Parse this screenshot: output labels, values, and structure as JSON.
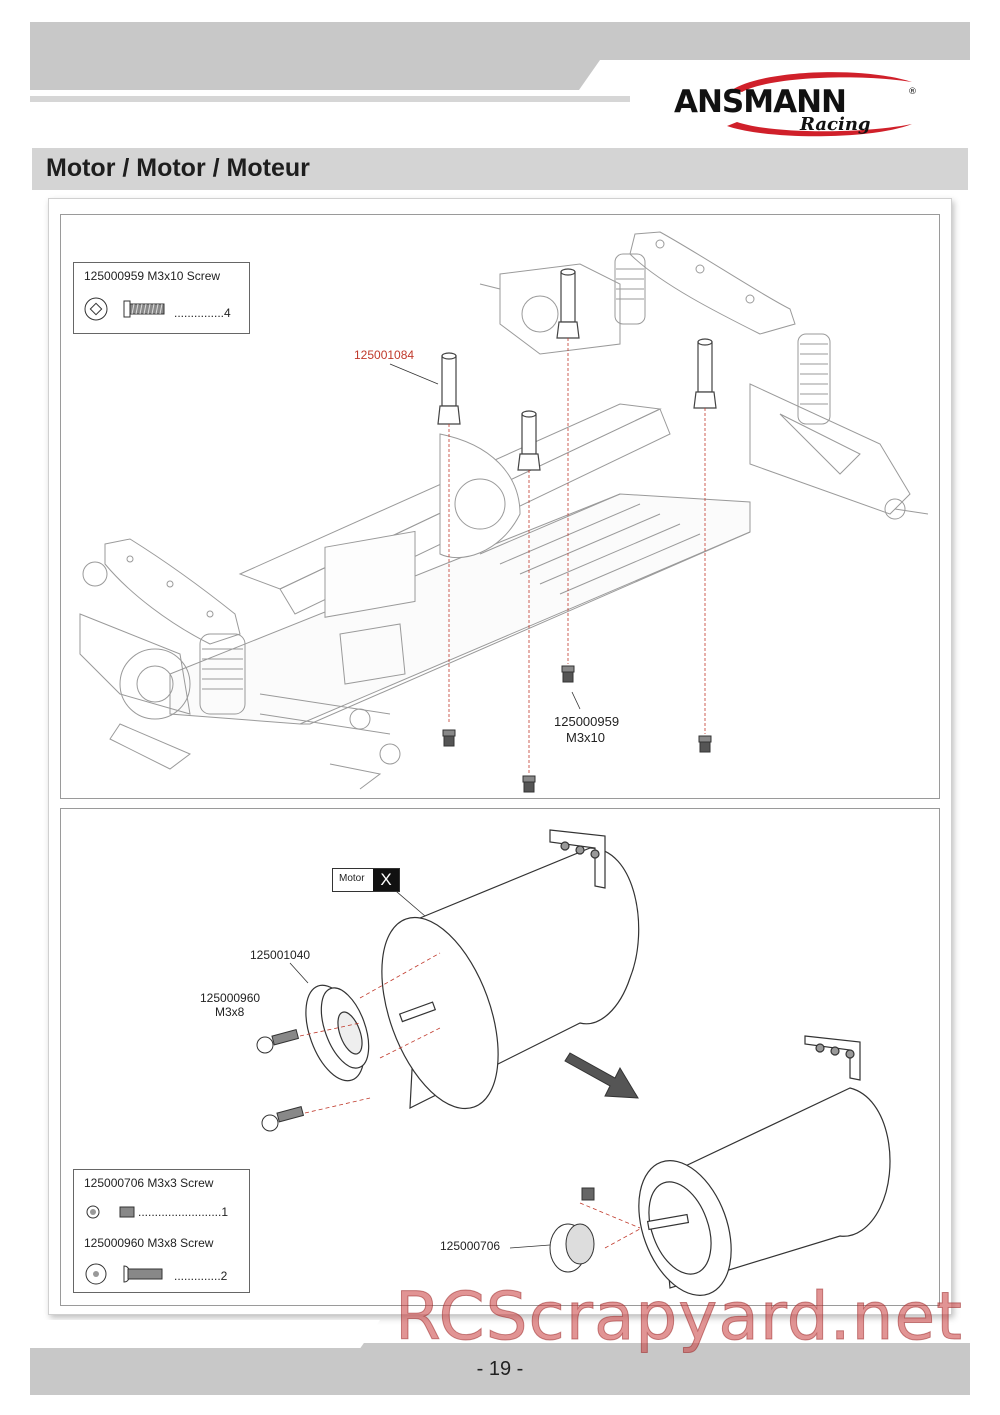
{
  "header": {
    "brand": "ANSMANN",
    "brand_sub": "Racing",
    "section_title": "Motor / Motor / Moteur"
  },
  "top_panel": {
    "parts_box": {
      "title": "125000959  M3x10 Screw",
      "qty": "...............4"
    },
    "callout_post": "125001084",
    "callout_screw_num": "125000959",
    "callout_screw_size": "M3x10"
  },
  "bottom_panel": {
    "motor_tag": "Motor",
    "motor_tag_mark": "X",
    "callout_mount": "125001040",
    "callout_screw_num": "125000960",
    "callout_screw_size": "M3x8",
    "callout_pinion": "125000706",
    "parts_box": {
      "row1_title": "125000706  M3x3 Screw",
      "row1_qty": ".........................1",
      "row2_title": "125000960  M3x8 Screw",
      "row2_qty": "..............2"
    }
  },
  "footer": {
    "page_number": "- 19 -",
    "watermark": "RCScrapyard.net"
  },
  "colors": {
    "header_gray": "#c8c8c8",
    "callout_red": "#c0392b",
    "logo_red": "#d0202a"
  }
}
